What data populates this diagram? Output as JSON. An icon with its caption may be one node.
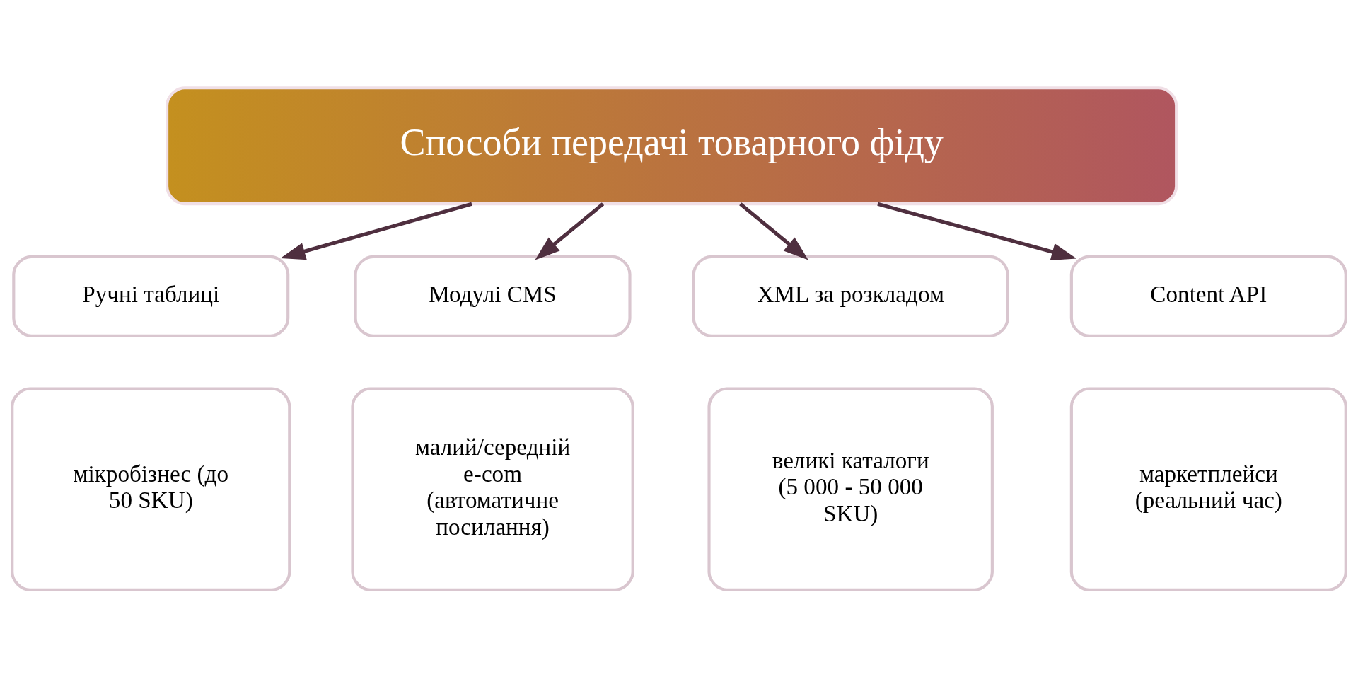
{
  "diagram": {
    "nodes": [
      {
        "text": [
          "Способи передачі товарного фіду"
        ]
      },
      {
        "text": [
          "Ручні таблиці"
        ]
      },
      {
        "text": [
          "Модулі CMS"
        ]
      },
      {
        "text": [
          "XML за розкладом"
        ]
      },
      {
        "text": [
          "Content API"
        ]
      },
      {
        "text": [
          "мікробізнес (до 50 SKU)"
        ]
      },
      {
        "text": [
          "малий/середній e-com (автоматичне посилання)"
        ]
      },
      {
        "text": [
          "великі каталоги (5 000 - 50 000 SKU)"
        ]
      },
      {
        "text": [
          "маркетплейси (реальний час)"
        ]
      }
    ],
    "edges": [
      {
        "from": 0,
        "to": 1,
        "arrow": "to"
      },
      {
        "from": 0,
        "to": 2,
        "arrow": "to"
      },
      {
        "from": 0,
        "to": 3,
        "arrow": "to"
      },
      {
        "from": 0,
        "to": 4,
        "arrow": "to"
      }
    ]
  }
}
